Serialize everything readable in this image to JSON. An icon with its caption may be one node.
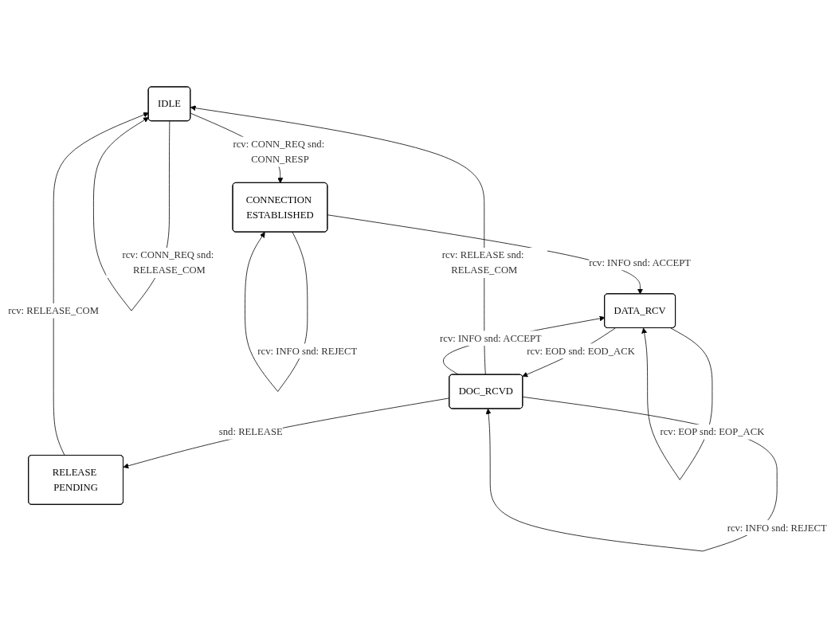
{
  "diagram": {
    "nodes": [
      {
        "text": [
          "IDLE"
        ]
      },
      {
        "text": [
          "RELEASE PENDING"
        ]
      },
      {
        "text": [
          "CONNECTION ESTABLISHED"
        ]
      },
      {
        "text": [
          "DOC_RCVD"
        ]
      },
      {
        "text": [
          "DATA_RCV"
        ]
      }
    ],
    "edges": [
      {
        "from": 0,
        "to": 0,
        "arrow": "to",
        "label": "rcv: CONN_REQ snd: RELEASE_COM"
      },
      {
        "from": 0,
        "to": 2,
        "arrow": "to",
        "label": "rcv: CONN_REQ snd: CONN_RESP"
      },
      {
        "from": 1,
        "to": 0,
        "arrow": "to",
        "label": "rcv: RELEASE_COM"
      },
      {
        "from": 3,
        "to": 0,
        "arrow": "to",
        "label": "rcv: RELEASE snd: RELASE_COM"
      },
      {
        "from": 3,
        "to": 1,
        "arrow": "to",
        "label": "snd: RELEASE"
      },
      {
        "from": 2,
        "to": 2,
        "arrow": "to",
        "label": "rcv: INFO snd: REJECT"
      },
      {
        "from": 2,
        "to": 4,
        "arrow": "to",
        "label": "rcv: INFO snd: ACCEPT"
      },
      {
        "from": 3,
        "to": 4,
        "arrow": "to",
        "label": "rcv: INFO snd: ACCEPT"
      },
      {
        "from": 4,
        "to": 3,
        "arrow": "to",
        "label": "rcv: EOD snd: EOD_ACK"
      },
      {
        "from": 3,
        "to": 3,
        "arrow": "to",
        "label": "rcv: INFO snd: REJECT"
      },
      {
        "from": 4,
        "to": 4,
        "arrow": "to",
        "label": "rcv: EOP snd: EOP_ACK"
      }
    ]
  }
}
